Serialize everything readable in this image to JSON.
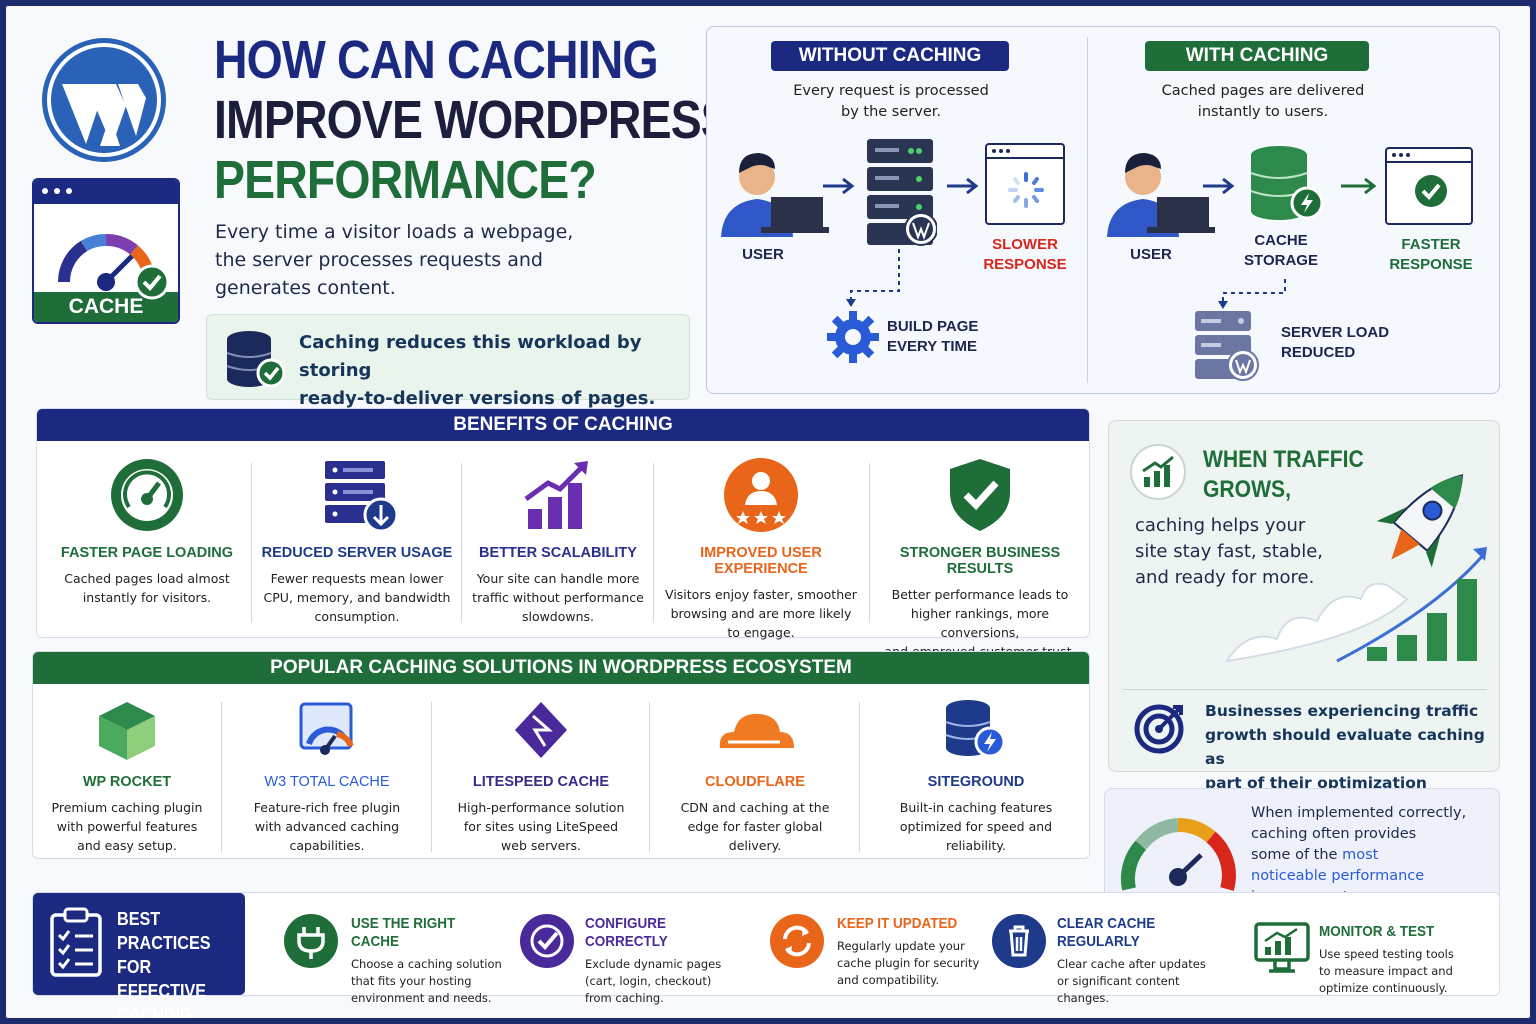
{
  "title": {
    "line1": "HOW CAN CACHING",
    "line2": "IMPROVE WORDPRESS",
    "line3": "PERFORMANCE?"
  },
  "cache_badge": "CACHE",
  "intro": [
    "Every time a visitor loads a webpage,",
    "the server processes requests and",
    "generates content."
  ],
  "note": [
    "Caching reduces this workload by storing",
    "ready-to-deliver versions of pages."
  ],
  "without": {
    "heading": "WITHOUT CACHING",
    "sub": [
      "Every request is processed",
      "by the server."
    ],
    "user": "USER",
    "response": [
      "SLOWER",
      "RESPONSE"
    ],
    "build": [
      "BUILD PAGE",
      "EVERY TIME"
    ]
  },
  "with": {
    "heading": "WITH CACHING",
    "sub": [
      "Cached pages are delivered",
      "instantly to users."
    ],
    "user": "USER",
    "storage": [
      "CACHE",
      "STORAGE"
    ],
    "response": [
      "FASTER",
      "RESPONSE"
    ],
    "reduced": [
      "SERVER LOAD",
      "REDUCED"
    ]
  },
  "benefits": {
    "title": "BENEFITS OF CACHING",
    "items": [
      {
        "head": "FASTER PAGE LOADING",
        "desc": [
          "Cached pages load almost",
          "instantly for visitors."
        ],
        "color": "#1f6e3a"
      },
      {
        "head": "REDUCED SERVER USAGE",
        "desc": [
          "Fewer requests mean lower",
          "CPU, memory, and bandwidth",
          "consumption."
        ],
        "color": "#1e3a8a"
      },
      {
        "head": "BETTER SCALABILITY",
        "desc": [
          "Your site can handle more",
          "traffic without performance",
          "slowdowns."
        ],
        "color": "#2b2f8f"
      },
      {
        "head": "IMPROVED USER EXPERIENCE",
        "desc": [
          "Visitors enjoy faster, smoother",
          "browsing and are more likely",
          "to engage."
        ],
        "color": "#e8651a"
      },
      {
        "head": "STRONGER BUSINESS RESULTS",
        "desc": [
          "Better performance leads to",
          "higher rankings, more conversions,",
          "and emproved customer trust."
        ],
        "color": "#1f6e3a"
      }
    ]
  },
  "solutions": {
    "title": "POPULAR CACHING SOLUTIONS IN WORDPRESS ECOSYSTEM",
    "items": [
      {
        "head": "WP ROCKET",
        "desc": [
          "Premium caching plugin",
          "with powerful features",
          "and easy setup."
        ],
        "color": "#1f6e3a"
      },
      {
        "head": "W3 TOTAL CACHE",
        "desc": [
          "Feature-rich free plugin",
          "with advanced caching",
          "capabilities."
        ],
        "color": "#2a5bd7"
      },
      {
        "head": "LITESPEED CACHE",
        "desc": [
          "High-performance solution",
          "for sites using LiteSpeed",
          "web servers."
        ],
        "color": "#3b2a86"
      },
      {
        "head": "CLOUDFLARE",
        "desc": [
          "CDN and caching at the",
          "edge for faster global",
          "delivery."
        ],
        "color": "#e8651a"
      },
      {
        "head": "SITEGROUND",
        "desc": [
          "Built-in caching features",
          "optimized for speed and",
          "reliability."
        ],
        "color": "#1e3a8a"
      }
    ]
  },
  "traffic": {
    "heading": [
      "WHEN TRAFFIC",
      "GROWS,"
    ],
    "body": [
      "caching helps your",
      "site stay fast, stable,",
      "and ready for more."
    ],
    "advice": [
      "Businesses experiencing traffic",
      "growth should evaluate caching as",
      "part of their optimization strategy."
    ]
  },
  "gauge_note": {
    "lines": [
      "When implemented correctly,",
      "caching often provides"
    ],
    "line3": "some of the ",
    "highlight1": "most",
    "highlight2": "noticeable performance",
    "highlight3": "improvements."
  },
  "best": {
    "title": [
      "BEST PRACTICES",
      "FOR EFFECTIVE",
      "CACHING"
    ],
    "items": [
      {
        "head": "USE THE RIGHT CACHE",
        "desc": [
          "Choose a caching solution",
          "that fits your hosting",
          "environment and needs."
        ],
        "color": "#1f6e3a"
      },
      {
        "head": "CONFIGURE CORRECTLY",
        "desc": [
          "Exclude dynamic pages",
          "(cart, login, checkout)",
          "from caching."
        ],
        "color": "#4a2a9a"
      },
      {
        "head": "KEEP IT UPDATED",
        "desc": [
          "Regularly update your",
          "cache plugin for security",
          "and compatibility."
        ],
        "color": "#e8651a"
      },
      {
        "head": "CLEAR CACHE REGULARLY",
        "desc": [
          "Clear cache after updates",
          "or significant content",
          "changes."
        ],
        "color": "#1e3a8a"
      },
      {
        "head": "MONITOR & TEST",
        "desc": [
          "Use speed testing tools",
          "to measure impact and",
          "optimize continuously."
        ],
        "color": "#1f6e3a"
      }
    ]
  },
  "colors": {
    "navy": "#1b2a80",
    "green": "#1f6e3a",
    "orange": "#e8651a",
    "red": "#d8261c",
    "purple": "#4a2a9a"
  }
}
